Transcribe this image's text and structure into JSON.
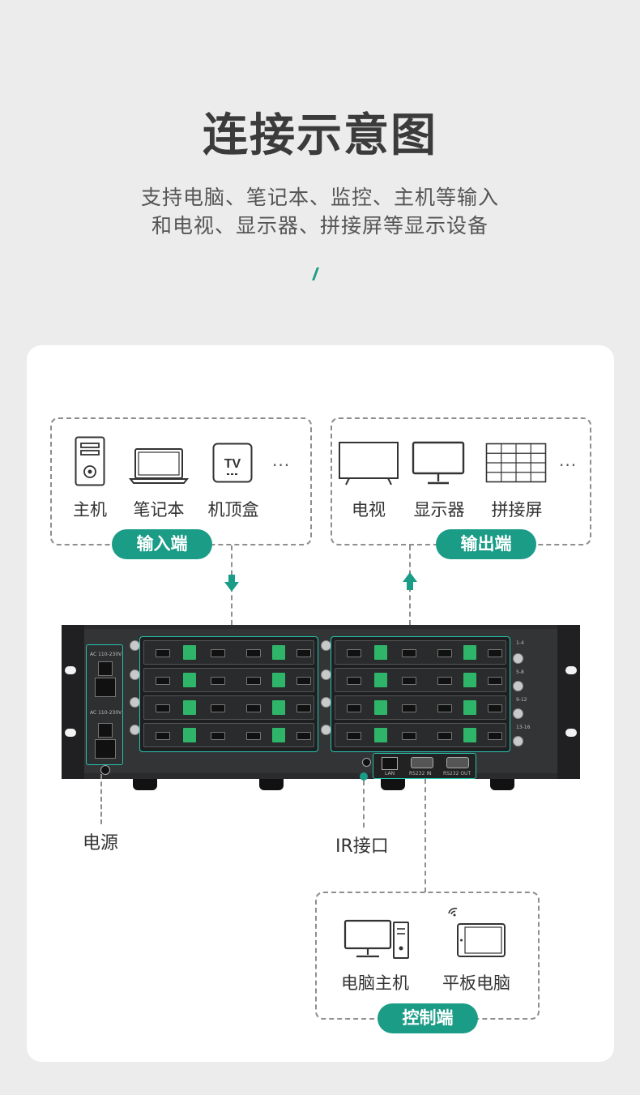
{
  "header": {
    "title": "连接示意图",
    "subtitle_line1": "支持电脑、笔记本、监控、主机等输入",
    "subtitle_line2": "和电视、显示器、拼接屏等显示设备"
  },
  "input_group": {
    "pill": "输入端",
    "items": [
      {
        "icon": "pc-tower-icon",
        "label": "主机"
      },
      {
        "icon": "laptop-icon",
        "label": "笔记本"
      },
      {
        "icon": "set-top-box-icon",
        "label": "机顶盒",
        "icon_text": "TV"
      }
    ],
    "more": "···"
  },
  "output_group": {
    "pill": "输出端",
    "items": [
      {
        "icon": "tv-icon",
        "label": "电视"
      },
      {
        "icon": "monitor-icon",
        "label": "显示器"
      },
      {
        "icon": "video-wall-icon",
        "label": "拼接屏"
      }
    ],
    "more": "···"
  },
  "device": {
    "row_labels": [
      "1-4",
      "5-8",
      "9-12",
      "13-16"
    ],
    "ports": [
      "LAN",
      "RS232 IN",
      "RS232 OUT"
    ],
    "psu_label": "AC 110-230V"
  },
  "notes": {
    "power": "电源",
    "ir": "IR接口"
  },
  "control_group": {
    "pill": "控制端",
    "items": [
      {
        "icon": "desktop-computer-icon",
        "label": "电脑主机"
      },
      {
        "icon": "tablet-icon",
        "label": "平板电脑"
      }
    ]
  },
  "colors": {
    "accent": "#1b9c87",
    "highlight": "#26c2ad",
    "title": "#3b3b3b",
    "background": "#ececec"
  }
}
